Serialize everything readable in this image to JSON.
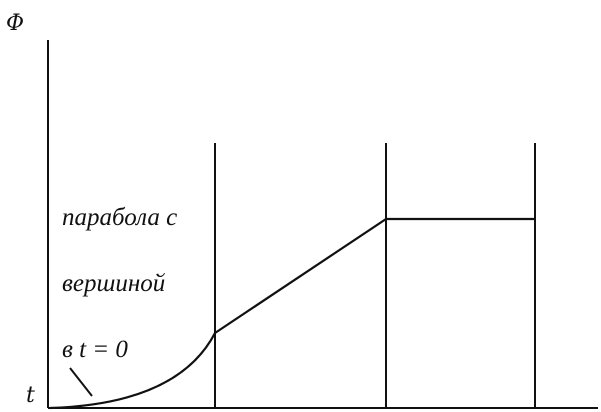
{
  "diagram": {
    "y_axis_label": "Φ",
    "x_axis_label": "t",
    "annotation_lines": [
      "парабола с",
      "вершиной",
      "в t = 0"
    ]
  },
  "colors": {
    "ink": "#111111",
    "background": "#ffffff"
  }
}
